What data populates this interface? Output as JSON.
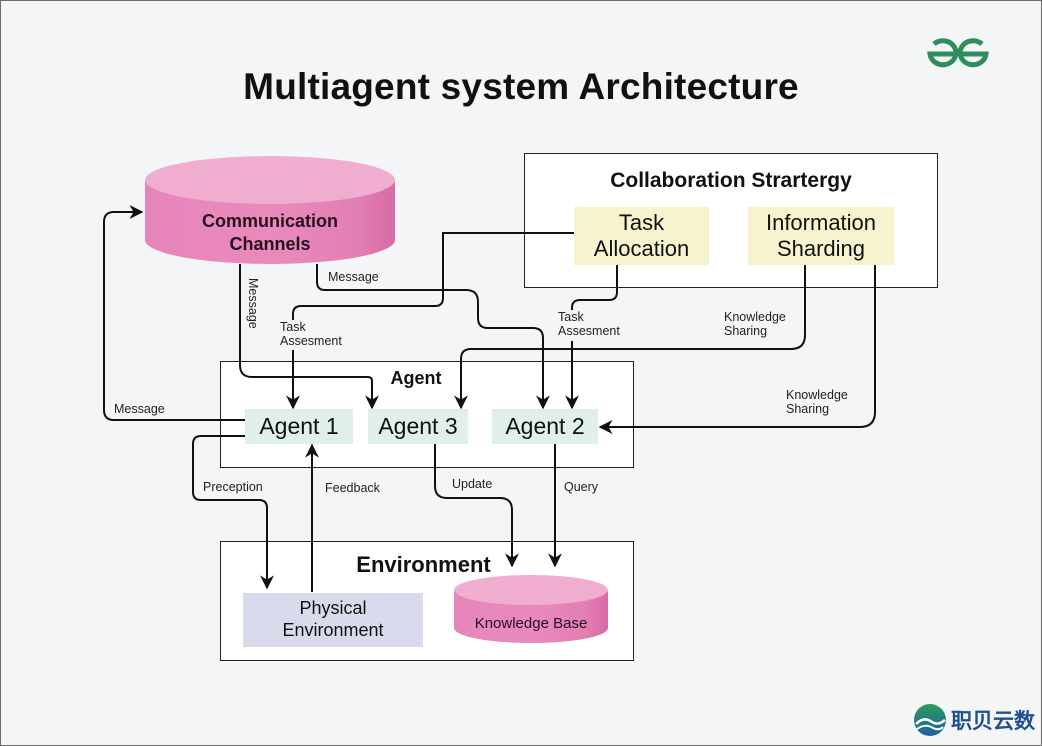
{
  "title": "Multiagent system Architecture",
  "logos": {
    "top_right": "geeksforgeeks-logo",
    "bottom_right_text": "职贝云数"
  },
  "communication_channels": {
    "label_line1": "Communication",
    "label_line2": "Channels"
  },
  "collaboration": {
    "title": "Collaboration Strartergy",
    "task_allocation": {
      "line1": "Task",
      "line2": "Allocation"
    },
    "information_sharding": {
      "line1": "Information",
      "line2": "Sharding"
    }
  },
  "agent_group": {
    "title": "Agent",
    "agents": [
      "Agent 1",
      "Agent 3",
      "Agent 2"
    ]
  },
  "environment": {
    "title": "Environment",
    "physical": {
      "line1": "Physical",
      "line2": "Environment"
    },
    "knowledge_base": "Knowledge Base"
  },
  "edge_labels": {
    "message_right": "Message",
    "message_vertical": "Message",
    "message_left": "Message",
    "task_assesment_left": {
      "line1": "Task",
      "line2": "Assesment"
    },
    "task_assesment_right": {
      "line1": "Task",
      "line2": "Assesment"
    },
    "knowledge_sharing_1": {
      "line1": "Knowledge",
      "line2": "Sharing"
    },
    "knowledge_sharing_2": {
      "line1": "Knowledge",
      "line2": "Sharing"
    },
    "preception": "Preception",
    "feedback": "Feedback",
    "update": "Update",
    "query": "Query"
  },
  "colors": {
    "background": "#f3f5f7",
    "cylinder_top": "#efaed0",
    "cylinder_side": "#e47db4",
    "task_boxes": "#f8f3cf",
    "agent_boxes": "#e0efe8",
    "physical_env": "#d9dbec",
    "gfg_green": "#2f8d5b"
  }
}
